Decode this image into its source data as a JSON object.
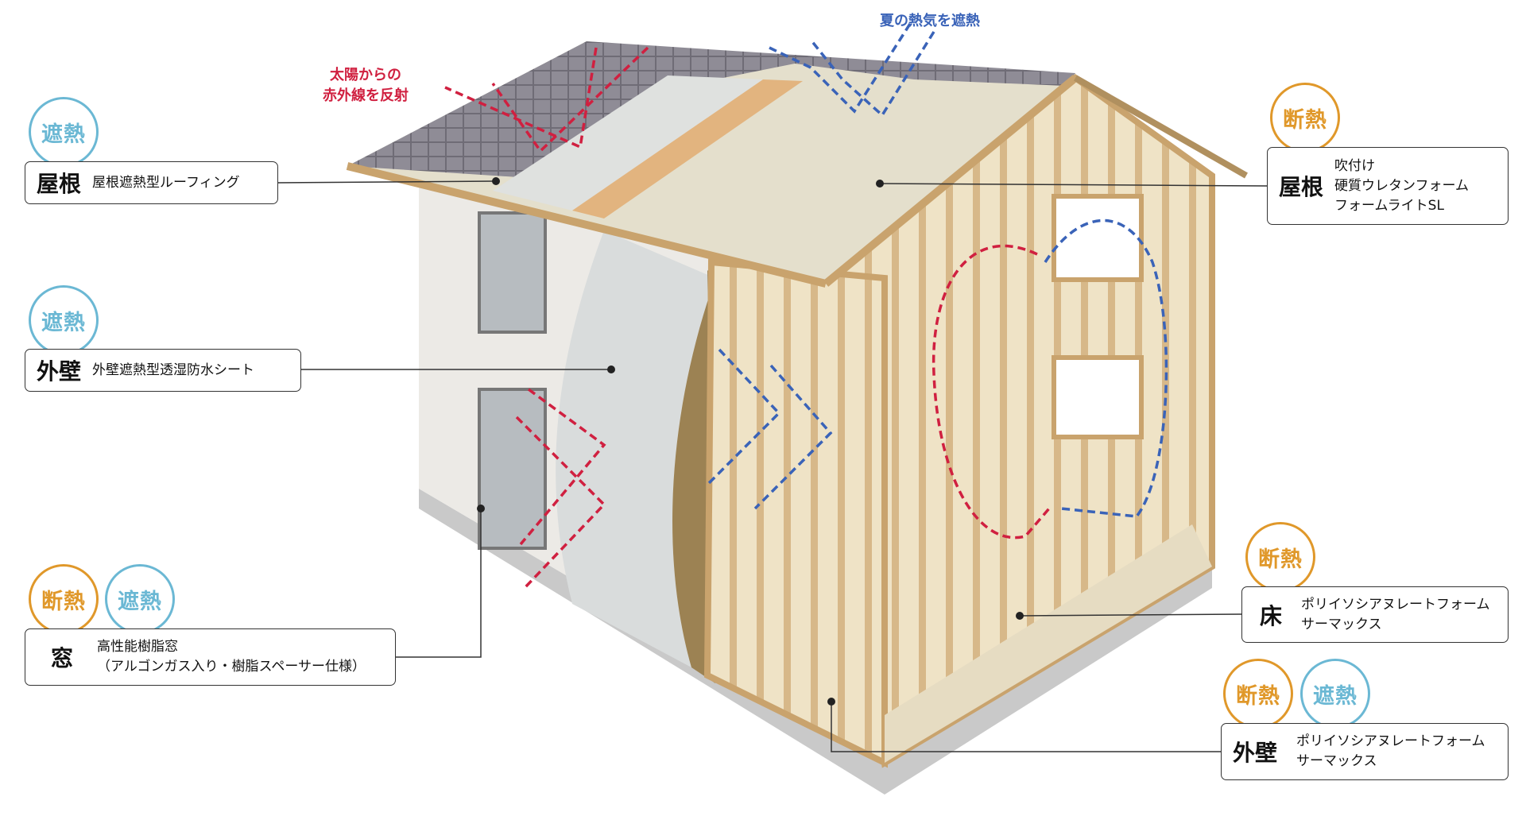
{
  "badges": {
    "insulation": "断熱",
    "heat_shield": "遮熱"
  },
  "colors": {
    "insulation": "#e0982a",
    "heat_shield": "#6bb8d4",
    "infrared_arrow": "#d02040",
    "hot_air_arrow": "#3a63b8"
  },
  "annotations": {
    "sun": [
      "太陽からの",
      "赤外線を反射"
    ],
    "summer": "夏の熱気を遮熱"
  },
  "callouts": {
    "roof_left": {
      "part": "屋根",
      "product": [
        "屋根遮熱型ルーフィング"
      ]
    },
    "wall_left": {
      "part": "外壁",
      "product": [
        "外壁遮熱型透湿防水シート"
      ]
    },
    "window": {
      "part": "窓",
      "product": [
        "高性能樹脂窓",
        "（アルゴンガス入り・樹脂スペーサー仕様）"
      ]
    },
    "roof_right": {
      "part": "屋根",
      "product": [
        "吹付け",
        "硬質ウレタンフォーム",
        "フォームライトSL"
      ]
    },
    "floor": {
      "part": "床",
      "product": [
        "ポリイソシアヌレートフォーム",
        "サーマックス"
      ]
    },
    "wall_right": {
      "part": "外壁",
      "product": [
        "ポリイソシアヌレートフォーム",
        "サーマックス"
      ]
    }
  }
}
